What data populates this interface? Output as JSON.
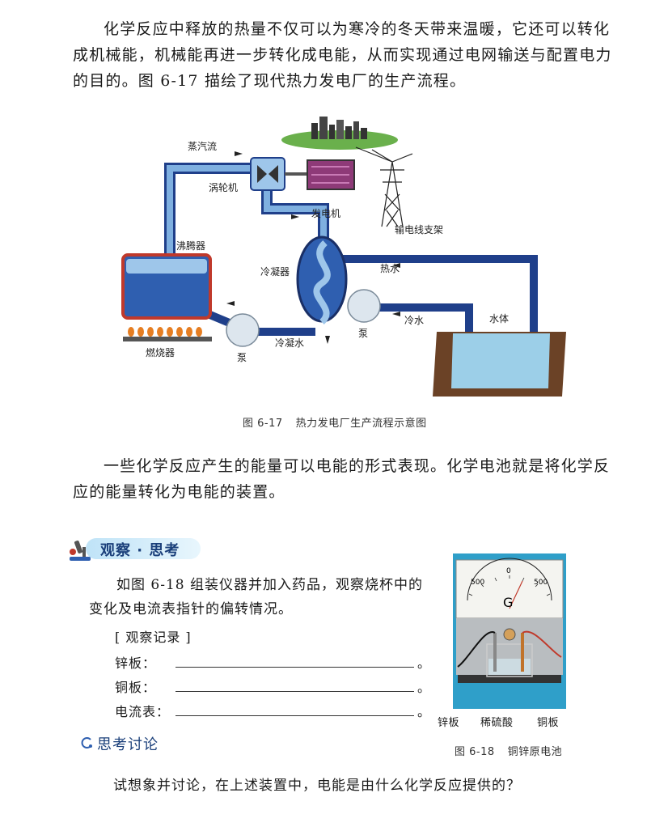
{
  "paragraph_1": "化学反应中释放的热量不仅可以为寒冷的冬天带来温暖，它还可以转化成机械能，机械能再进一步转化成电能，从而实现通过电网输送与配置电力的目的。图 6-17 描绘了现代热力发电厂的生产流程。",
  "figure_1": {
    "labels": {
      "steam": "蒸汽流",
      "turbine": "涡轮机",
      "generator": "发电机",
      "transmission": "输电线支架",
      "boiler": "沸腾器",
      "condenser": "冷凝器",
      "hot_water": "热水",
      "cold_water": "冷水",
      "condensed_water": "冷凝水",
      "water_body": "水体",
      "pump_left": "泵",
      "pump_right": "泵",
      "burner": "燃烧器"
    },
    "caption_number": "图 6-17",
    "caption_text": "热力发电厂生产流程示意图"
  },
  "paragraph_2": "一些化学反应产生的能量可以电能的形式表现。化学电池就是将化学反应的能量转化为电能的装置。",
  "section": {
    "title": "观察 · 思考",
    "instruction": "如图 6-18 组装仪器并加入药品，观察烧杯中的变化及电流表指针的偏转情况。",
    "record_title": "[ 观察记录 ]",
    "rows": [
      {
        "label": "锌板："
      },
      {
        "label": "铜板："
      },
      {
        "label": "电流表："
      }
    ],
    "row_end": "。"
  },
  "discussion": {
    "title": "思考讨论",
    "question": "试想象并讨论，在上述装置中，电能是由什么化学反应提供的？"
  },
  "figure_2": {
    "meter_letter": "G",
    "meter_ticks": [
      "500",
      "0",
      "500"
    ],
    "labels": {
      "zinc": "锌板",
      "acid": "稀硫酸",
      "copper": "铜板"
    },
    "caption_number": "图 6-18",
    "caption_text": "铜锌原电池"
  },
  "colors": {
    "pipe": "#4a7fc0",
    "pipe_dark": "#1f3f8a",
    "boiler_red": "#c0392b",
    "water": "#9ccfe8",
    "soil": "#6b4226",
    "banner_text": "#1a3f7a"
  }
}
